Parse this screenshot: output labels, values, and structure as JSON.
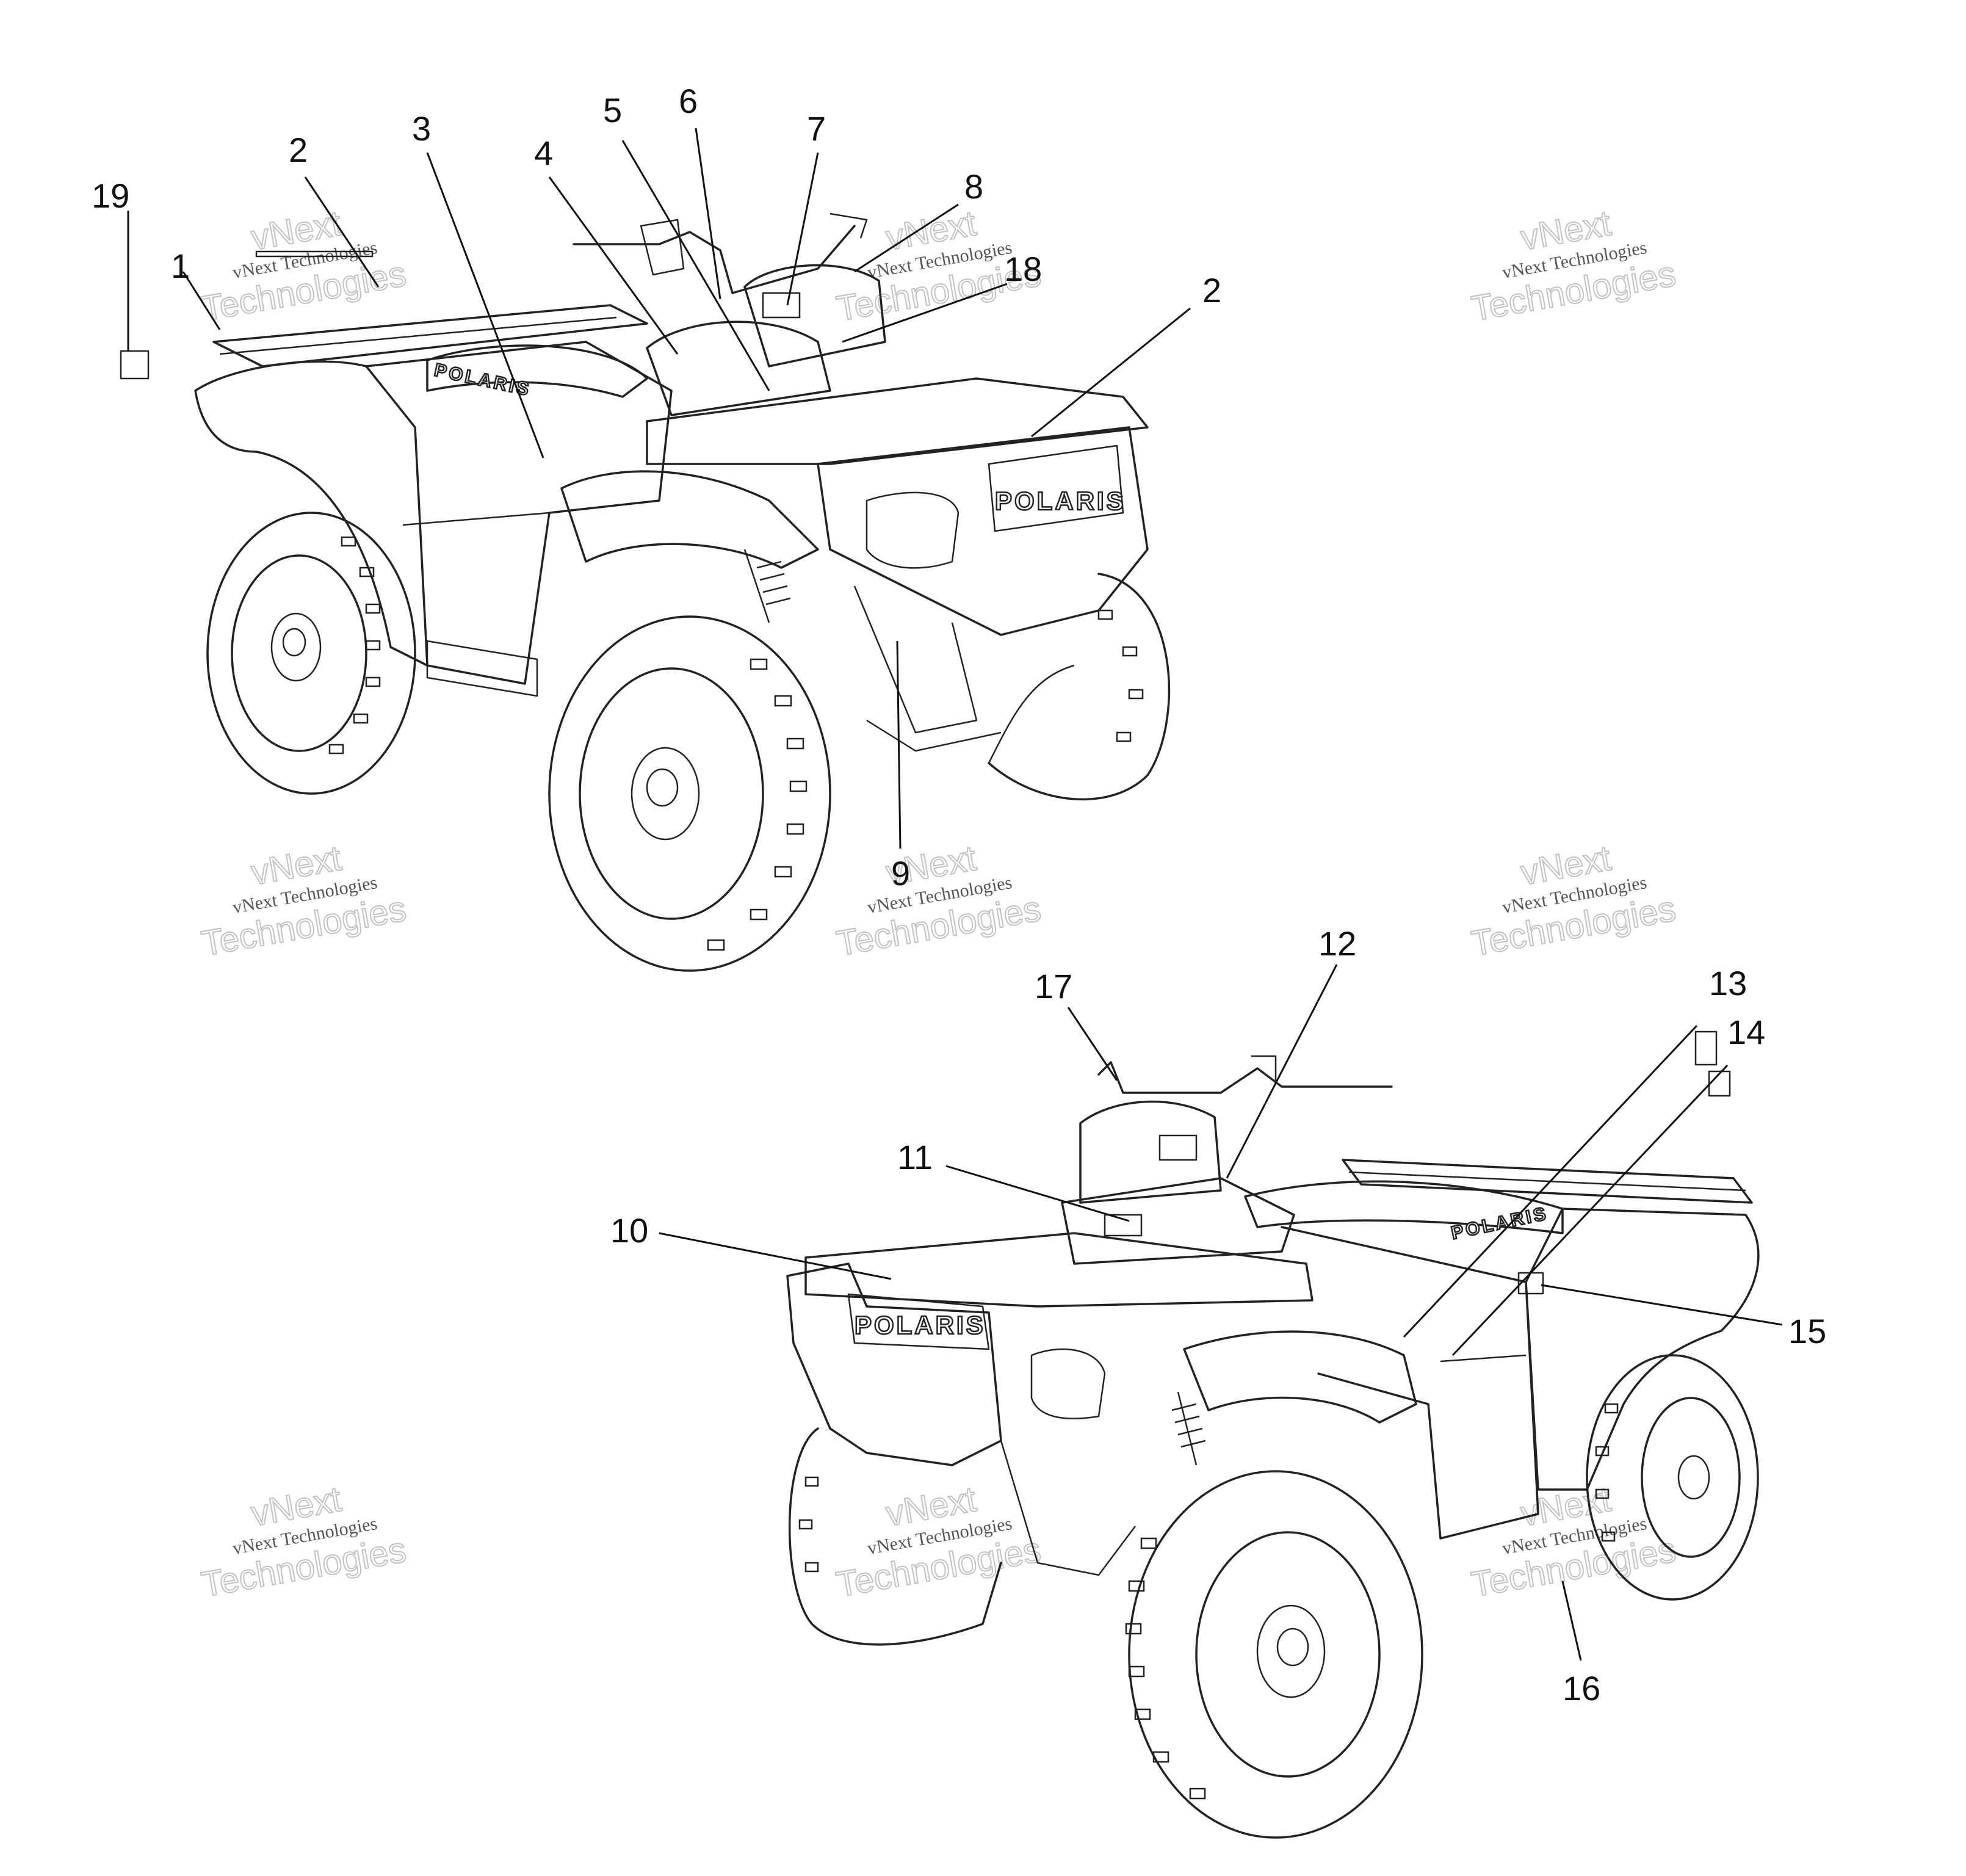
{
  "callouts_top": [
    "19",
    "1",
    "2",
    "3",
    "4",
    "5",
    "6",
    "7",
    "8",
    "18",
    "2",
    "9"
  ],
  "callouts_bottom": [
    "17",
    "12",
    "13",
    "14",
    "11",
    "10",
    "15",
    "16"
  ],
  "brand_logo": "POLARIS",
  "watermark": {
    "line1": "vNext Technologies",
    "line2": "Technologies",
    "line3": "vNext"
  }
}
